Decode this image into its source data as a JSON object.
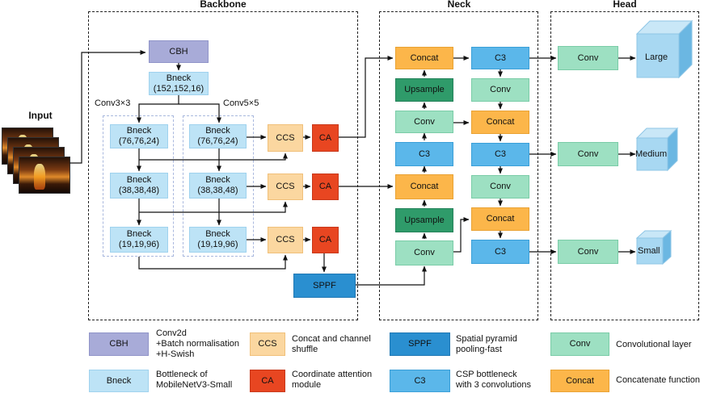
{
  "regions": {
    "backbone": "Backbone",
    "neck": "Neck",
    "head": "Head",
    "input": "Input"
  },
  "sublanes": {
    "conv3": "Conv3×3",
    "conv5": "Conv5×5"
  },
  "backbone": {
    "cbh": "CBH",
    "bneck_top": "Bneck\n(152,152,16)",
    "left": [
      "Bneck\n(76,76,24)",
      "Bneck\n(38,38,48)",
      "Bneck\n(19,19,96)"
    ],
    "right": [
      "Bneck\n(76,76,24)",
      "Bneck\n(38,38,48)",
      "Bneck\n(19,19,96)"
    ],
    "ccs": [
      "CCS",
      "CCS",
      "CCS"
    ],
    "ca": [
      "CA",
      "CA",
      "CA"
    ],
    "sppf": "SPPF"
  },
  "neck": {
    "col1": [
      "Concat",
      "Upsample",
      "Conv",
      "C3",
      "Concat",
      "Upsample",
      "Conv"
    ],
    "col2": [
      "C3",
      "Conv",
      "Concat",
      "C3",
      "Conv",
      "Concat",
      "C3"
    ]
  },
  "head": {
    "conv": [
      "Conv",
      "Conv",
      "Conv"
    ],
    "outputs": [
      "Large",
      "Medium",
      "Small"
    ]
  },
  "legend": [
    {
      "key": "CBH",
      "text": "Conv2d\n+Batch normalisation\n+H-Swish",
      "color": "#a8abd8"
    },
    {
      "key": "CCS",
      "text": "Concat and channel\nshuffle",
      "color": "#fbd7a0"
    },
    {
      "key": "SPPF",
      "text": "Spatial pyramid\npooling-fast",
      "color": "#2a8fd0"
    },
    {
      "key": "Conv",
      "text": "Convolutional layer",
      "color": "#9de0c2"
    },
    {
      "key": "Bneck",
      "text": "Bottleneck of\nMobileNetV3-Small",
      "color": "#bde3f6"
    },
    {
      "key": "CA",
      "text": "Coordinate attention\nmodule",
      "color": "#e84621"
    },
    {
      "key": "C3",
      "text": "CSP bottleneck\nwith 3 convolutions",
      "color": "#5bb7ea"
    },
    {
      "key": "Concat",
      "text": "Concatenate function",
      "color": "#fcb64a"
    }
  ]
}
